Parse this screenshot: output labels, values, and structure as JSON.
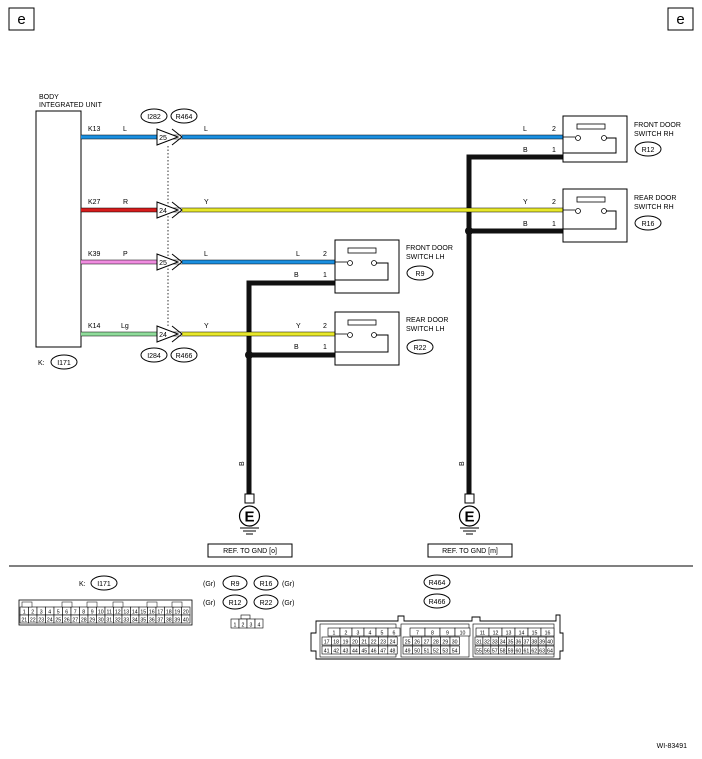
{
  "page_tag": "e",
  "figure_id": "WI-83491",
  "ecu": {
    "name_line1": "BODY",
    "name_line2": "INTEGRATED UNIT",
    "connector_label": "K:",
    "connector_id": "I171"
  },
  "jcon": {
    "top_left": "I282",
    "top_right": "R464",
    "bottom_left": "I284",
    "bottom_right": "R466"
  },
  "wires": [
    {
      "term": "K13",
      "color_code_ecu": "L",
      "pin": "25",
      "color_code_mid": "L",
      "color_hex": "#1a8fe0"
    },
    {
      "term": "K27",
      "color_code_ecu": "R",
      "pin": "24",
      "color_code_mid": "Y",
      "color_hex": "#e8e82a"
    },
    {
      "term": "K39",
      "color_code_ecu": "P",
      "pin": "25",
      "color_code_mid": "L",
      "color_hex": "#1a8fe0"
    },
    {
      "term": "K14",
      "color_code_ecu": "Lg",
      "pin": "24",
      "color_code_mid": "Y",
      "color_hex": "#e8e82a"
    }
  ],
  "ecu_side_colors": [
    "#1a8fe0",
    "#d61c1c",
    "#f08ce0",
    "#8fdc9a"
  ],
  "switches": [
    {
      "line1": "FRONT DOOR",
      "line2": "SWITCH RH",
      "conn": "R12",
      "sig_code": "L",
      "gnd_code": "B",
      "pin_sig": "2",
      "pin_gnd": "1"
    },
    {
      "line1": "REAR DOOR",
      "line2": "SWITCH RH",
      "conn": "R16",
      "sig_code": "Y",
      "gnd_code": "B",
      "pin_sig": "2",
      "pin_gnd": "1"
    },
    {
      "line1": "FRONT DOOR",
      "line2": "SWITCH LH",
      "conn": "R9",
      "sig_code": "L",
      "gnd_code": "B",
      "pin_sig": "2",
      "pin_gnd": "1"
    },
    {
      "line1": "REAR DOOR",
      "line2": "SWITCH LH",
      "conn": "R22",
      "sig_code": "Y",
      "gnd_code": "B",
      "pin_sig": "2",
      "pin_gnd": "1"
    }
  ],
  "grounds": [
    {
      "wire_code": "B",
      "symbol": "E",
      "ref": "REF. TO GND [o]"
    },
    {
      "wire_code": "B",
      "symbol": "E",
      "ref": "REF. TO GND [m]"
    }
  ],
  "legend": {
    "k_label": "K:",
    "k_id": "I171",
    "gr": "(Gr)",
    "r9": "R9",
    "r16": "R16",
    "r12": "R12",
    "r22": "R22",
    "r464": "R464",
    "r466": "R466",
    "i171_row1": [
      "1",
      "2",
      "3",
      "4",
      "5",
      "6",
      "7",
      "8",
      "9",
      "10",
      "11",
      "12",
      "13",
      "14",
      "15",
      "16",
      "17",
      "18",
      "19",
      "20"
    ],
    "i171_row2": [
      "21",
      "22",
      "23",
      "24",
      "25",
      "26",
      "27",
      "28",
      "29",
      "30",
      "31",
      "32",
      "33",
      "34",
      "35",
      "36",
      "37",
      "38",
      "39",
      "40"
    ],
    "switch_pins": [
      "1",
      "2",
      "3",
      "4"
    ],
    "r464_row1": [
      "1",
      "2",
      "3",
      "4",
      "5",
      "6",
      "7",
      "8",
      "9",
      "10",
      "11",
      "12",
      "13",
      "14",
      "15",
      "16"
    ],
    "r464_row2": [
      "17",
      "18",
      "19",
      "20",
      "21",
      "22",
      "23",
      "24",
      "25",
      "26",
      "27",
      "28",
      "29",
      "30",
      "31",
      "32",
      "33",
      "34",
      "35",
      "36",
      "37",
      "38",
      "39",
      "40"
    ],
    "r464_row3": [
      "41",
      "42",
      "43",
      "44",
      "45",
      "46",
      "47",
      "48",
      "49",
      "50",
      "51",
      "52",
      "53",
      "54",
      "55",
      "56",
      "57",
      "58",
      "59",
      "60",
      "61",
      "62",
      "63",
      "64"
    ]
  }
}
